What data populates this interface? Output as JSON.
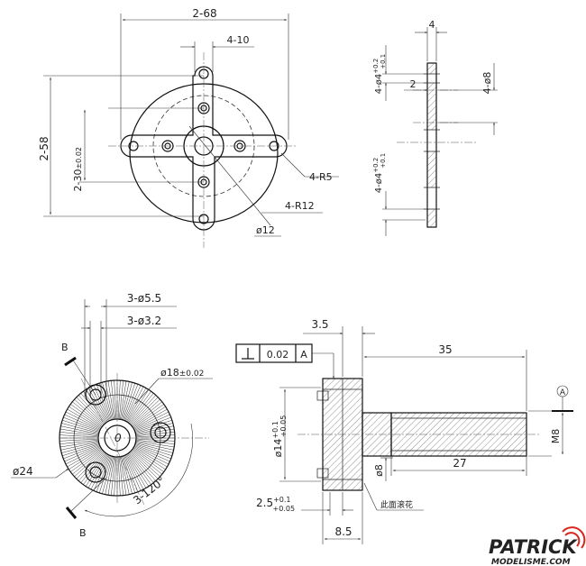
{
  "top_view": {
    "dim_width": "2-68",
    "dim_arm": "4-10",
    "dim_height": "2-58",
    "dim_holes_main": "2-30",
    "dim_holes_tol": "±0.02",
    "dim_r5": "4-R5",
    "dim_r12": "4-R12",
    "dim_center": "ø12"
  },
  "side_view": {
    "dim_thickness": "4",
    "dim_step": "2",
    "dim_bore": "4-ø8",
    "hole_top_main": "4-ø4",
    "hole_top_tol_upper": "+0.2",
    "hole_top_tol_lower": "+0.1",
    "hole_bottom_main": "4-ø4",
    "hole_bottom_tol_upper": "+0.2",
    "hole_bottom_tol_lower": "+0.1"
  },
  "front_view": {
    "dim_outer_holes": "3-ø5.5",
    "dim_inner_holes": "3-ø3.2",
    "section_mark": "B",
    "dim_pitch_main": "ø18",
    "dim_pitch_tol": "±0.02",
    "dim_outer": "ø24",
    "dim_angle": "3-120°",
    "center_mark": "0"
  },
  "shaft_view": {
    "dim_flange": "3.5",
    "tolerance_value": "0.02",
    "datum_ref": "A",
    "datum_label": "A",
    "dim_length": "35",
    "dim_dia_main": "ø14",
    "dim_dia_tol_upper": "+0.1",
    "dim_dia_tol_lower": "+0.05",
    "dim_neck": "ø8",
    "dim_thread_len": "27",
    "dim_thread": "M8",
    "dim_step_main": "2.5",
    "dim_step_tol_upper": "+0.1",
    "dim_step_tol_lower": "+0.05",
    "dim_total": "8.5",
    "note": "此面滚花"
  },
  "watermark": {
    "line1": "PATRICK",
    "line2": "MODELISME.COM"
  },
  "colors": {
    "line": "#111111",
    "background": "#ffffff",
    "watermark_blue": "#1a3e8c",
    "watermark_red": "#d7261e"
  }
}
